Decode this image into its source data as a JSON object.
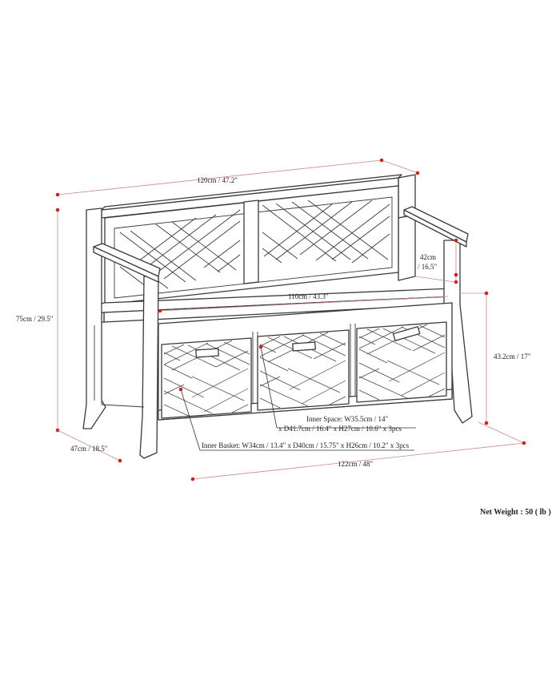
{
  "dimensions": {
    "overall_length": "120cm / 47.2\"",
    "seat_length": "110cm / 43.3\"",
    "seat_to_back_depth": "42cm",
    "seat_to_back_depth_in": "/ 16.5\"",
    "overall_height": "75cm / 29.5\"",
    "seat_height": "43.2cm / 17\"",
    "overall_depth": "47cm / 18.5\"",
    "overall_width": "122cm / 48\"",
    "inner_space_line1": "Inner Space: W35.5cm / 14\"",
    "inner_space_line2": "x D41.7cm / 16.4\" x H27cm / 10.6\" x 3pcs",
    "inner_basket": "Inner Basket: W34cm / 13.4\" x D40cm / 15.75\" x H26cm / 10.2\" x 3pcs"
  },
  "net_weight": "Net Weight : 50 ( lb )",
  "colors": {
    "dimension_line": "#c98b8b",
    "dimension_dot": "#cc2222",
    "outline": "#3a3a3a"
  }
}
